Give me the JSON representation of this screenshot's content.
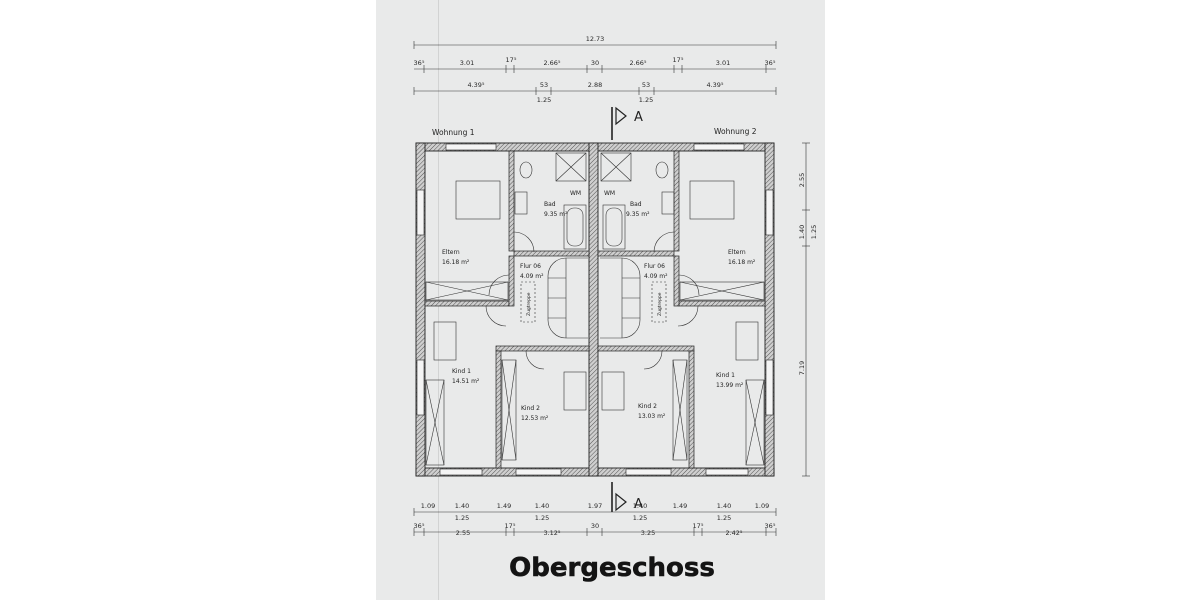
{
  "title": "Obergeschoss",
  "section_marker": "A",
  "apartments": {
    "left": "Wohnung 1",
    "right": "Wohnung 2"
  },
  "top_dimensions": {
    "overall": "12.73",
    "row1": [
      "36⁵",
      "3.01",
      "17⁵",
      "2.66⁵",
      "30",
      "2.66⁵",
      "17⁵",
      "3.01",
      "36⁵"
    ],
    "row2": [
      "4.39⁵",
      "53",
      "1.25",
      "2.88",
      "1.25",
      "53",
      "4.39⁵"
    ]
  },
  "bottom_dimensions": {
    "row1": [
      "1.09",
      "1.40",
      "1.25",
      "1.49",
      "1.40",
      "1.25",
      "1.97",
      "1.40",
      "1.25",
      "1.49",
      "1.40",
      "1.25",
      "1.09"
    ],
    "row2": [
      "36⁵",
      "2.55",
      "17⁵",
      "3.12⁵",
      "30",
      "3.25",
      "17⁵",
      "2.42⁵",
      "36⁵"
    ]
  },
  "right_dimensions": [
    "2.55",
    "1.40",
    "1.25",
    "7.19"
  ],
  "rooms": {
    "w1_eltern": {
      "name": "Eltern",
      "area": "16.18 m²"
    },
    "w1_bad": {
      "name": "Bad",
      "area": "9.35 m²"
    },
    "w1_flur": {
      "name": "Flur 06",
      "area": "4.09 m²"
    },
    "w1_kind1": {
      "name": "Kind 1",
      "area": "14.51 m²"
    },
    "w1_kind2": {
      "name": "Kind 2",
      "area": "12.53 m²"
    },
    "w2_eltern": {
      "name": "Eltern",
      "area": "16.18 m²"
    },
    "w2_bad": {
      "name": "Bad",
      "area": "9.35 m²"
    },
    "w2_flur": {
      "name": "Flur 06",
      "area": "4.09 m²"
    },
    "w2_kind1": {
      "name": "Kind 1",
      "area": "13.99 m²"
    },
    "w2_kind2": {
      "name": "Kind 2",
      "area": "13.03 m²"
    }
  },
  "fixture_labels": {
    "wm": "WM",
    "stair": "Zugtreppe"
  }
}
